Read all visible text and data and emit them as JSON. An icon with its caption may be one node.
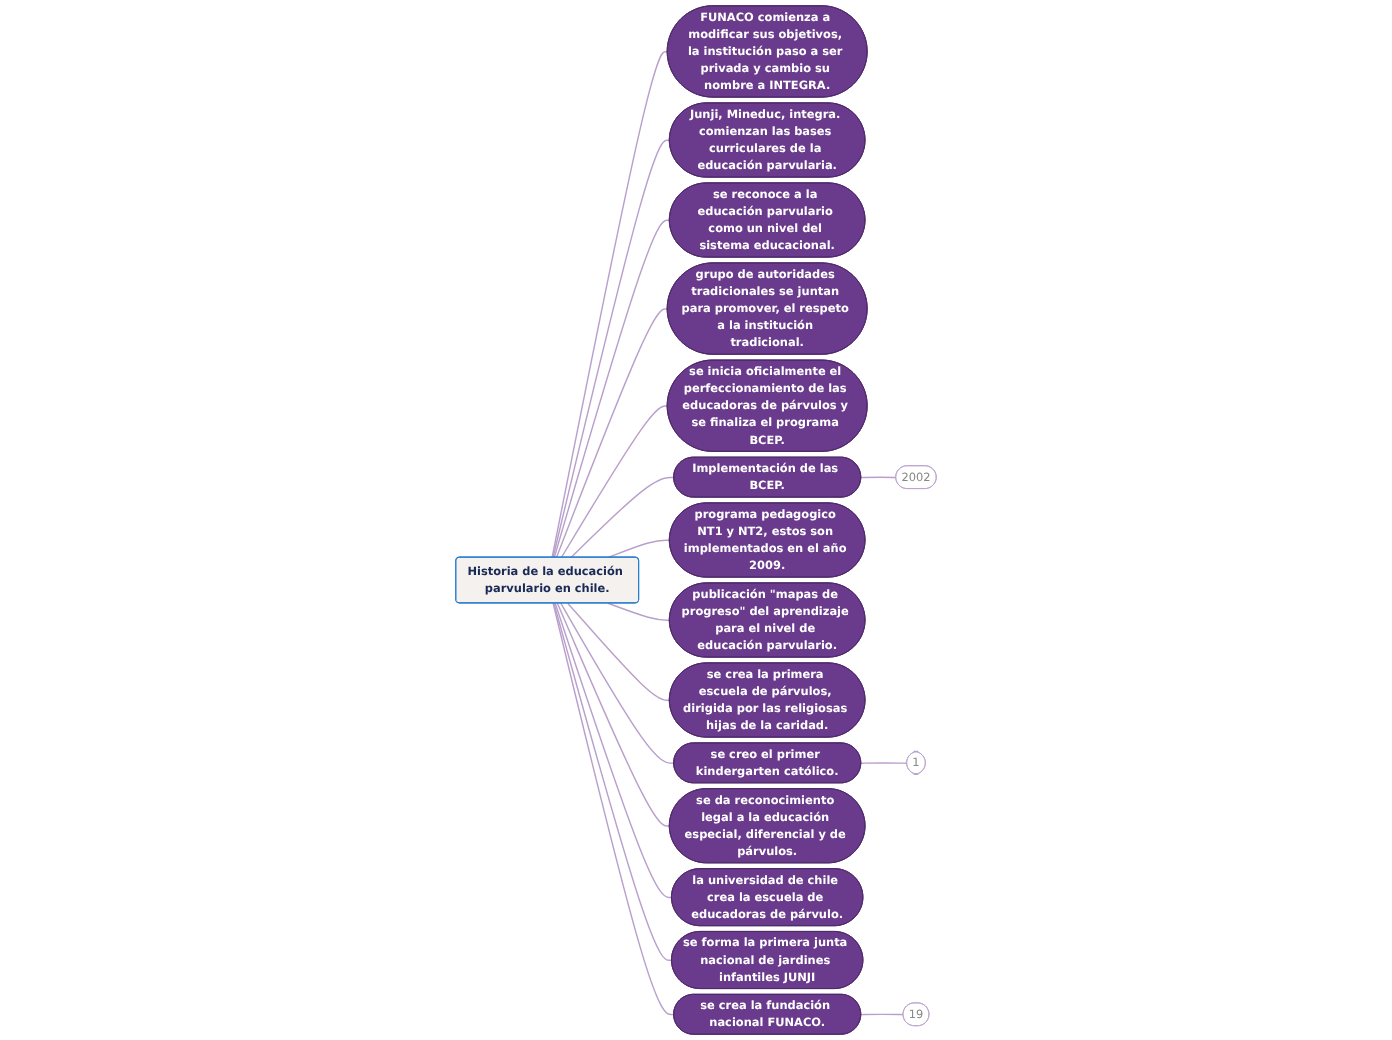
{
  "diagram": {
    "nodes": [
      {
        "text": [
          "Historia de la educación parvulario en chile."
        ]
      },
      {
        "text": [
          "FUNACO comienza a modificar sus objetivos, la institución paso a ser privada y cambio su nombre a INTEGRA."
        ]
      },
      {
        "text": [
          "Junji, Mineduc, integra. comienzan las bases curriculares de la educación parvularia."
        ]
      },
      {
        "text": [
          "se reconoce a la educación parvulario como un nivel del sistema educacional."
        ]
      },
      {
        "text": [
          "grupo de autoridades tradicionales se juntan para promover, el respeto a la institución tradicional."
        ]
      },
      {
        "text": [
          "se inicia oficialmente el perfeccionamiento de las educadoras de párvulos y se finaliza el programa BCEP."
        ]
      },
      {
        "text": [
          "2002"
        ]
      },
      {
        "text": [
          "Implementación de las BCEP."
        ]
      },
      {
        "text": [
          "programa pedagogico NT1 y NT2, estos son implementados en el año 2009."
        ]
      },
      {
        "text": [
          "publicación \"mapas de progreso\" del aprendizaje para el nivel de educación parvulario."
        ]
      },
      {
        "text": [
          "se crea la primera escuela de párvulos, dirigida por las religiosas hijas de la caridad."
        ]
      },
      {
        "text": [
          "se creo el primer kindergarten católico."
        ]
      },
      {
        "text": [
          "1"
        ]
      },
      {
        "text": [
          "se da reconocimiento legal a la educación especial, diferencial y de párvulos."
        ]
      },
      {
        "text": [
          "la universidad de chile crea la escuela de educadoras de párvulo."
        ]
      },
      {
        "text": [
          "se forma la primera junta nacional de jardines infantiles JUNJI"
        ]
      },
      {
        "text": [
          "se crea la fundación nacional FUNACO."
        ]
      },
      {
        "text": [
          "19"
        ]
      }
    ],
    "edges": [
      {
        "from": 0,
        "to": 1,
        "arrow": "none"
      },
      {
        "from": 0,
        "to": 2,
        "arrow": "none"
      },
      {
        "from": 0,
        "to": 3,
        "arrow": "none"
      },
      {
        "from": 0,
        "to": 4,
        "arrow": "none"
      },
      {
        "from": 0,
        "to": 5,
        "arrow": "none"
      },
      {
        "from": 0,
        "to": 7,
        "arrow": "none"
      },
      {
        "from": 7,
        "to": 6,
        "arrow": "none"
      },
      {
        "from": 0,
        "to": 8,
        "arrow": "none"
      },
      {
        "from": 0,
        "to": 9,
        "arrow": "none"
      },
      {
        "from": 0,
        "to": 10,
        "arrow": "none"
      },
      {
        "from": 0,
        "to": 11,
        "arrow": "none"
      },
      {
        "from": 11,
        "to": 12,
        "arrow": "none"
      },
      {
        "from": 0,
        "to": 13,
        "arrow": "none"
      },
      {
        "from": 0,
        "to": 14,
        "arrow": "none"
      },
      {
        "from": 0,
        "to": 15,
        "arrow": "none"
      },
      {
        "from": 0,
        "to": 16,
        "arrow": "none"
      },
      {
        "from": 16,
        "to": 17,
        "arrow": "none"
      }
    ]
  }
}
